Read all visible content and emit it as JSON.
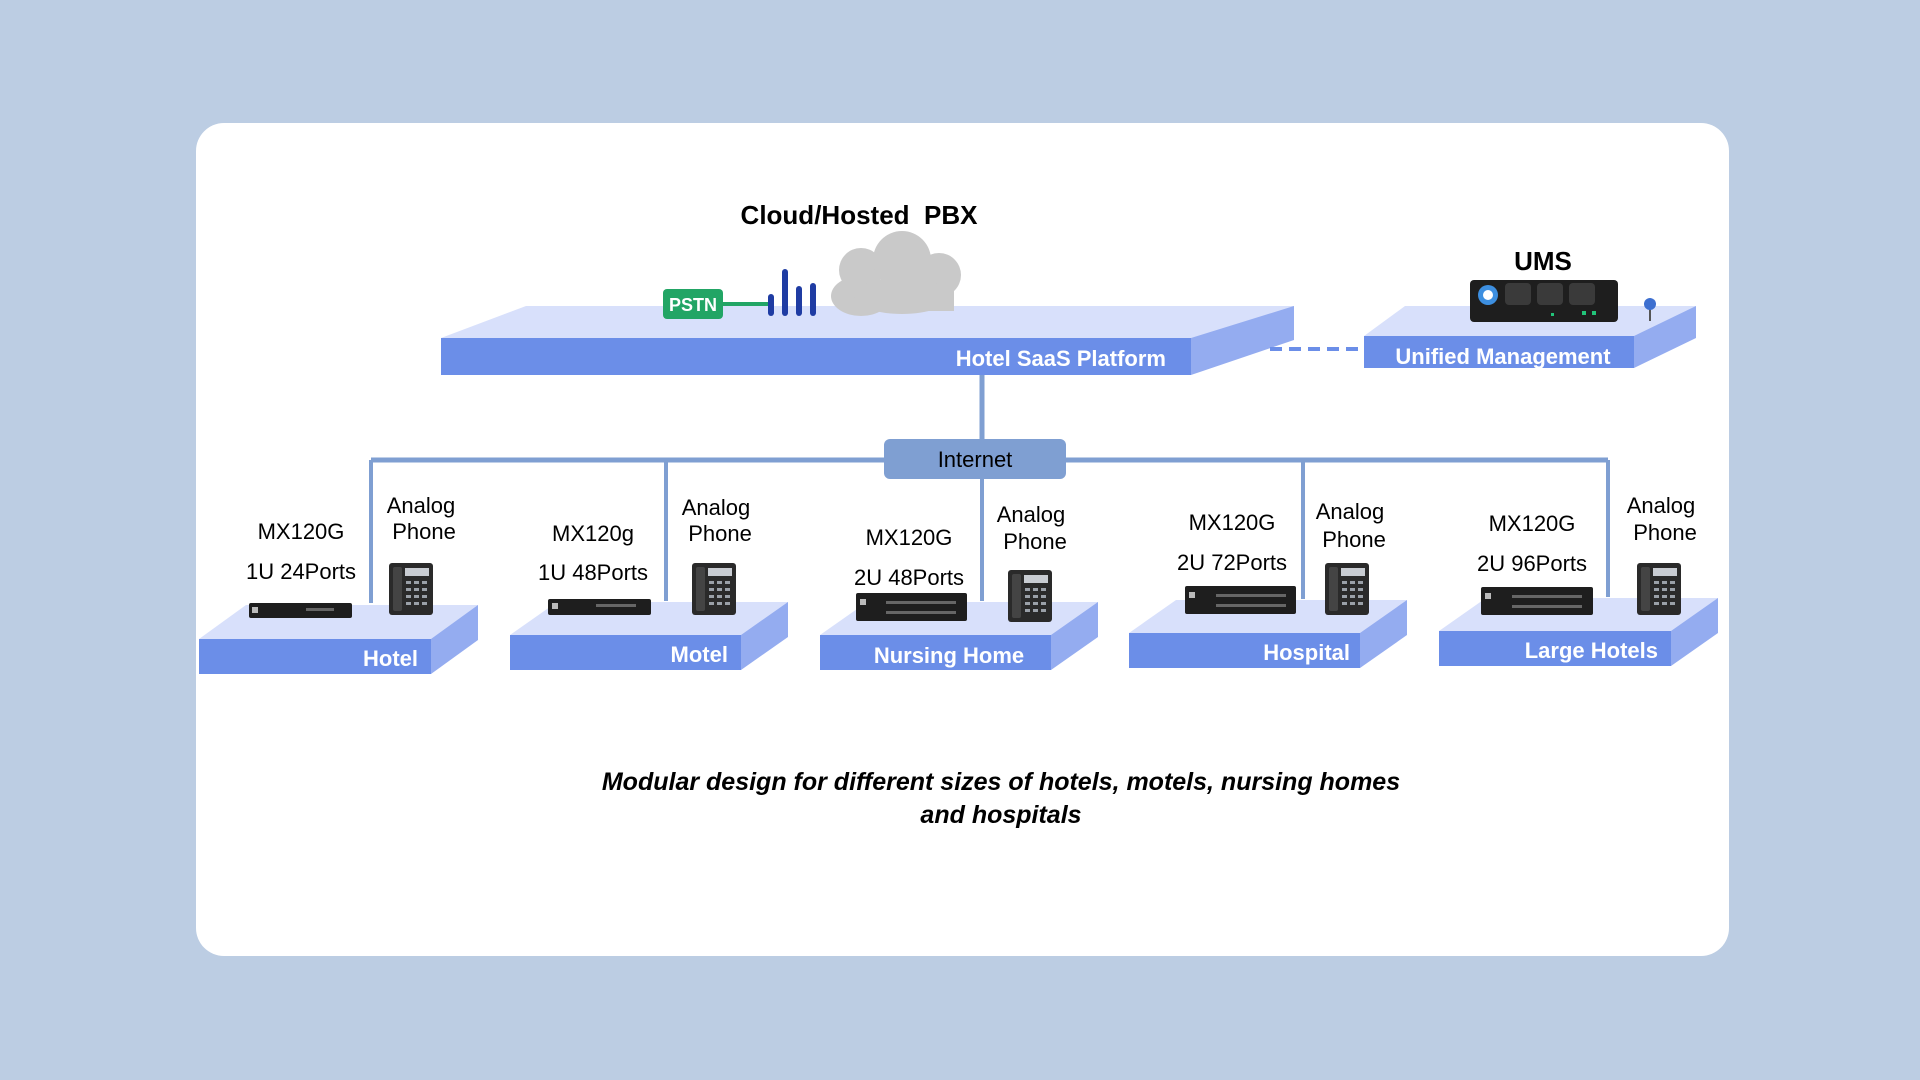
{
  "diagram": {
    "cloud_title": "Cloud/Hosted  PBX",
    "pstn_label": "PSTN",
    "saas_platform": "Hotel SaaS Platform",
    "ums_title": "UMS",
    "unified_management": "Unified Management",
    "internet": "Internet",
    "sites": [
      {
        "platform": "Hotel",
        "model": "MX120G",
        "spec": "1U 24Ports",
        "phone_line1": "Analog",
        "phone_line2": "Phone"
      },
      {
        "platform": "Motel",
        "model": "MX120g",
        "spec": "1U 48Ports",
        "phone_line1": "Analog",
        "phone_line2": "Phone"
      },
      {
        "platform": "Nursing Home",
        "model": "MX120G",
        "spec": "2U 48Ports",
        "phone_line1": "Analog",
        "phone_line2": "Phone"
      },
      {
        "platform": "Hospital",
        "model": "MX120G",
        "spec": "2U 72Ports",
        "phone_line1": "Analog",
        "phone_line2": "Phone"
      },
      {
        "platform": "Large Hotels",
        "model": "MX120G",
        "spec": "2U 96Ports",
        "phone_line1": "Analog",
        "phone_line2": "Phone"
      }
    ],
    "caption_line1": "Modular design for different sizes of hotels, motels, nursing homes",
    "caption_line2": "and hospitals"
  },
  "colors": {
    "background": "#bccde3",
    "platform_top": "#d8e0fb",
    "platform_front": "#6b8ee8",
    "platform_side": "#94acf0",
    "connector": "#7f9fd2",
    "internet_box": "#7f9fd2",
    "pstn_green": "#22a565",
    "signal_blue": "#1f3ca3",
    "cloud_gray": "#c9c9c9"
  }
}
